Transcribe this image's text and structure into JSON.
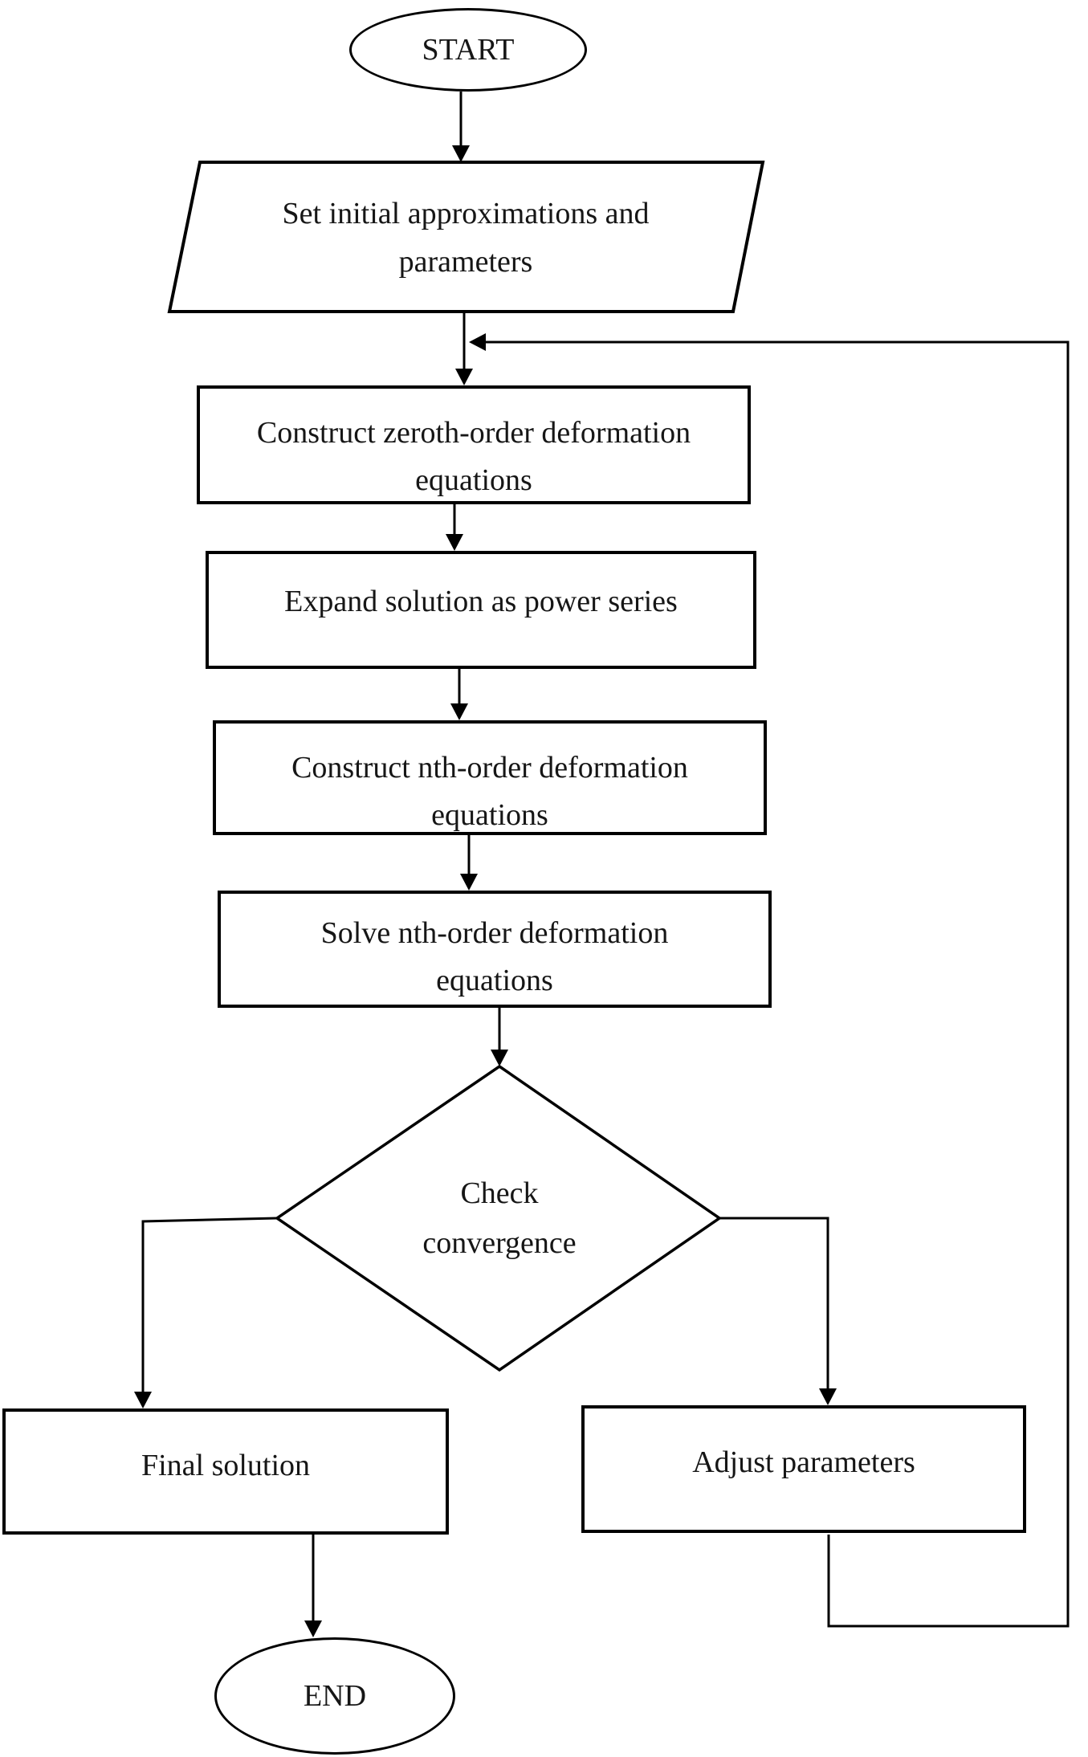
{
  "figure": {
    "type": "flowchart",
    "description": "Homotopy analysis method solution procedure flowchart"
  },
  "colors": {
    "stroke": "#000000",
    "background": "#ffffff",
    "text": "#161616"
  },
  "nodes": {
    "start": {
      "shape": "terminator",
      "label": "START"
    },
    "init": {
      "shape": "parallelogram",
      "lines": [
        "Set initial approximations and",
        "parameters"
      ]
    },
    "zeroth_order": {
      "shape": "process",
      "lines": [
        "Construct zeroth-order deformation",
        "equations"
      ]
    },
    "expand": {
      "shape": "process",
      "lines": [
        "Expand solution as power series"
      ]
    },
    "nth_construct": {
      "shape": "process",
      "lines": [
        "Construct nth-order deformation",
        "equations"
      ]
    },
    "nth_solve": {
      "shape": "process",
      "lines": [
        "Solve nth-order deformation",
        "equations"
      ]
    },
    "check": {
      "shape": "decision",
      "lines": [
        "Check",
        "convergence"
      ]
    },
    "final": {
      "shape": "process",
      "label": "Final solution"
    },
    "adjust": {
      "shape": "process",
      "label": "Adjust parameters"
    },
    "end": {
      "shape": "terminator",
      "label": "END"
    }
  },
  "edges": [
    {
      "from": "start",
      "to": "init"
    },
    {
      "from": "init",
      "to": "zeroth_order"
    },
    {
      "from": "zeroth_order",
      "to": "expand"
    },
    {
      "from": "expand",
      "to": "nth_construct"
    },
    {
      "from": "nth_construct",
      "to": "nth_solve"
    },
    {
      "from": "nth_solve",
      "to": "check"
    },
    {
      "from": "check",
      "to": "final"
    },
    {
      "from": "check",
      "to": "adjust"
    },
    {
      "from": "final",
      "to": "end"
    },
    {
      "from": "adjust",
      "to": "zeroth_order",
      "kind": "feedback-loop"
    }
  ]
}
